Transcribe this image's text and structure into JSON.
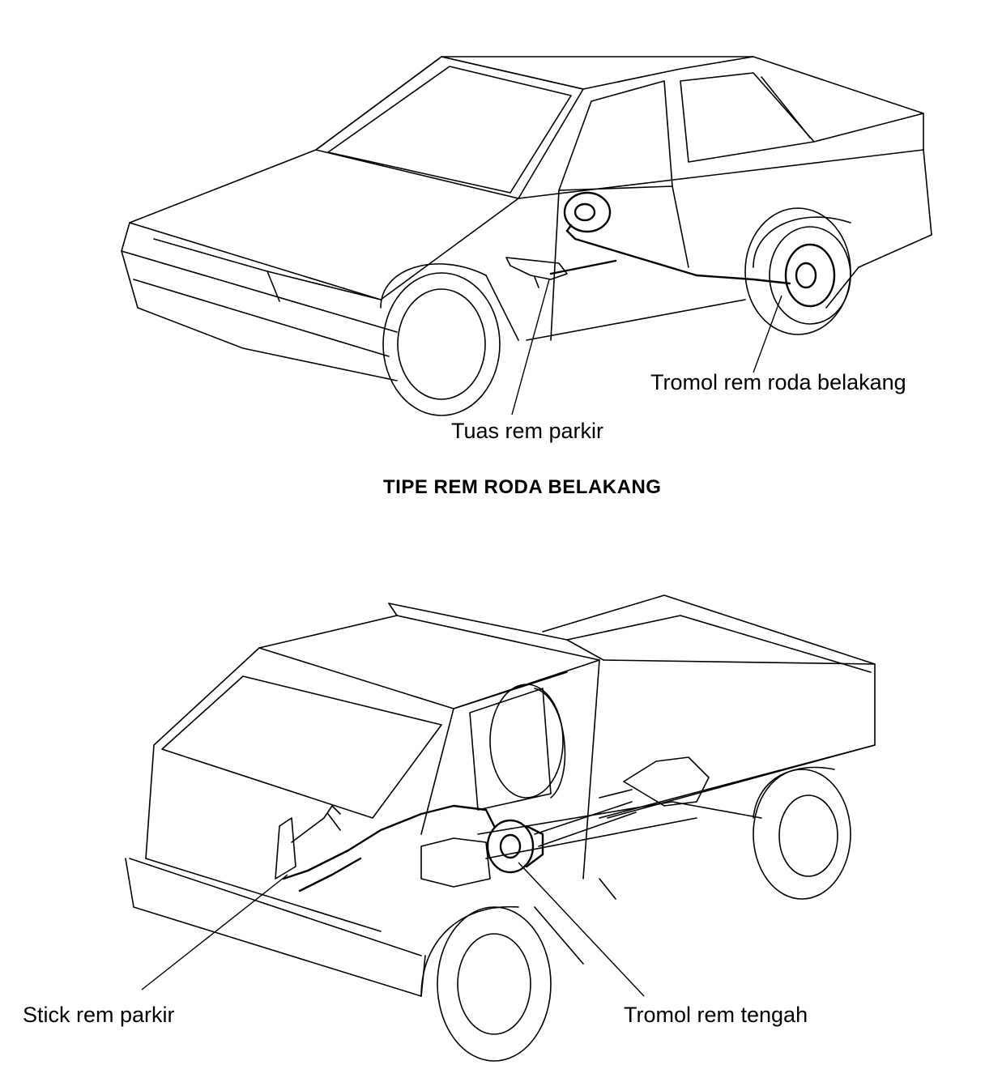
{
  "top_diagram": {
    "labels": {
      "rear_drum": "Tromol rem roda belakang",
      "lever": "Tuas rem parkir"
    },
    "caption": "TIPE REM RODA BELAKANG"
  },
  "bottom_diagram": {
    "labels": {
      "stick": "Stick rem parkir",
      "center_drum": "Tromol rem tengah"
    }
  },
  "colors": {
    "ink": "#000000",
    "paper": "#ffffff"
  }
}
